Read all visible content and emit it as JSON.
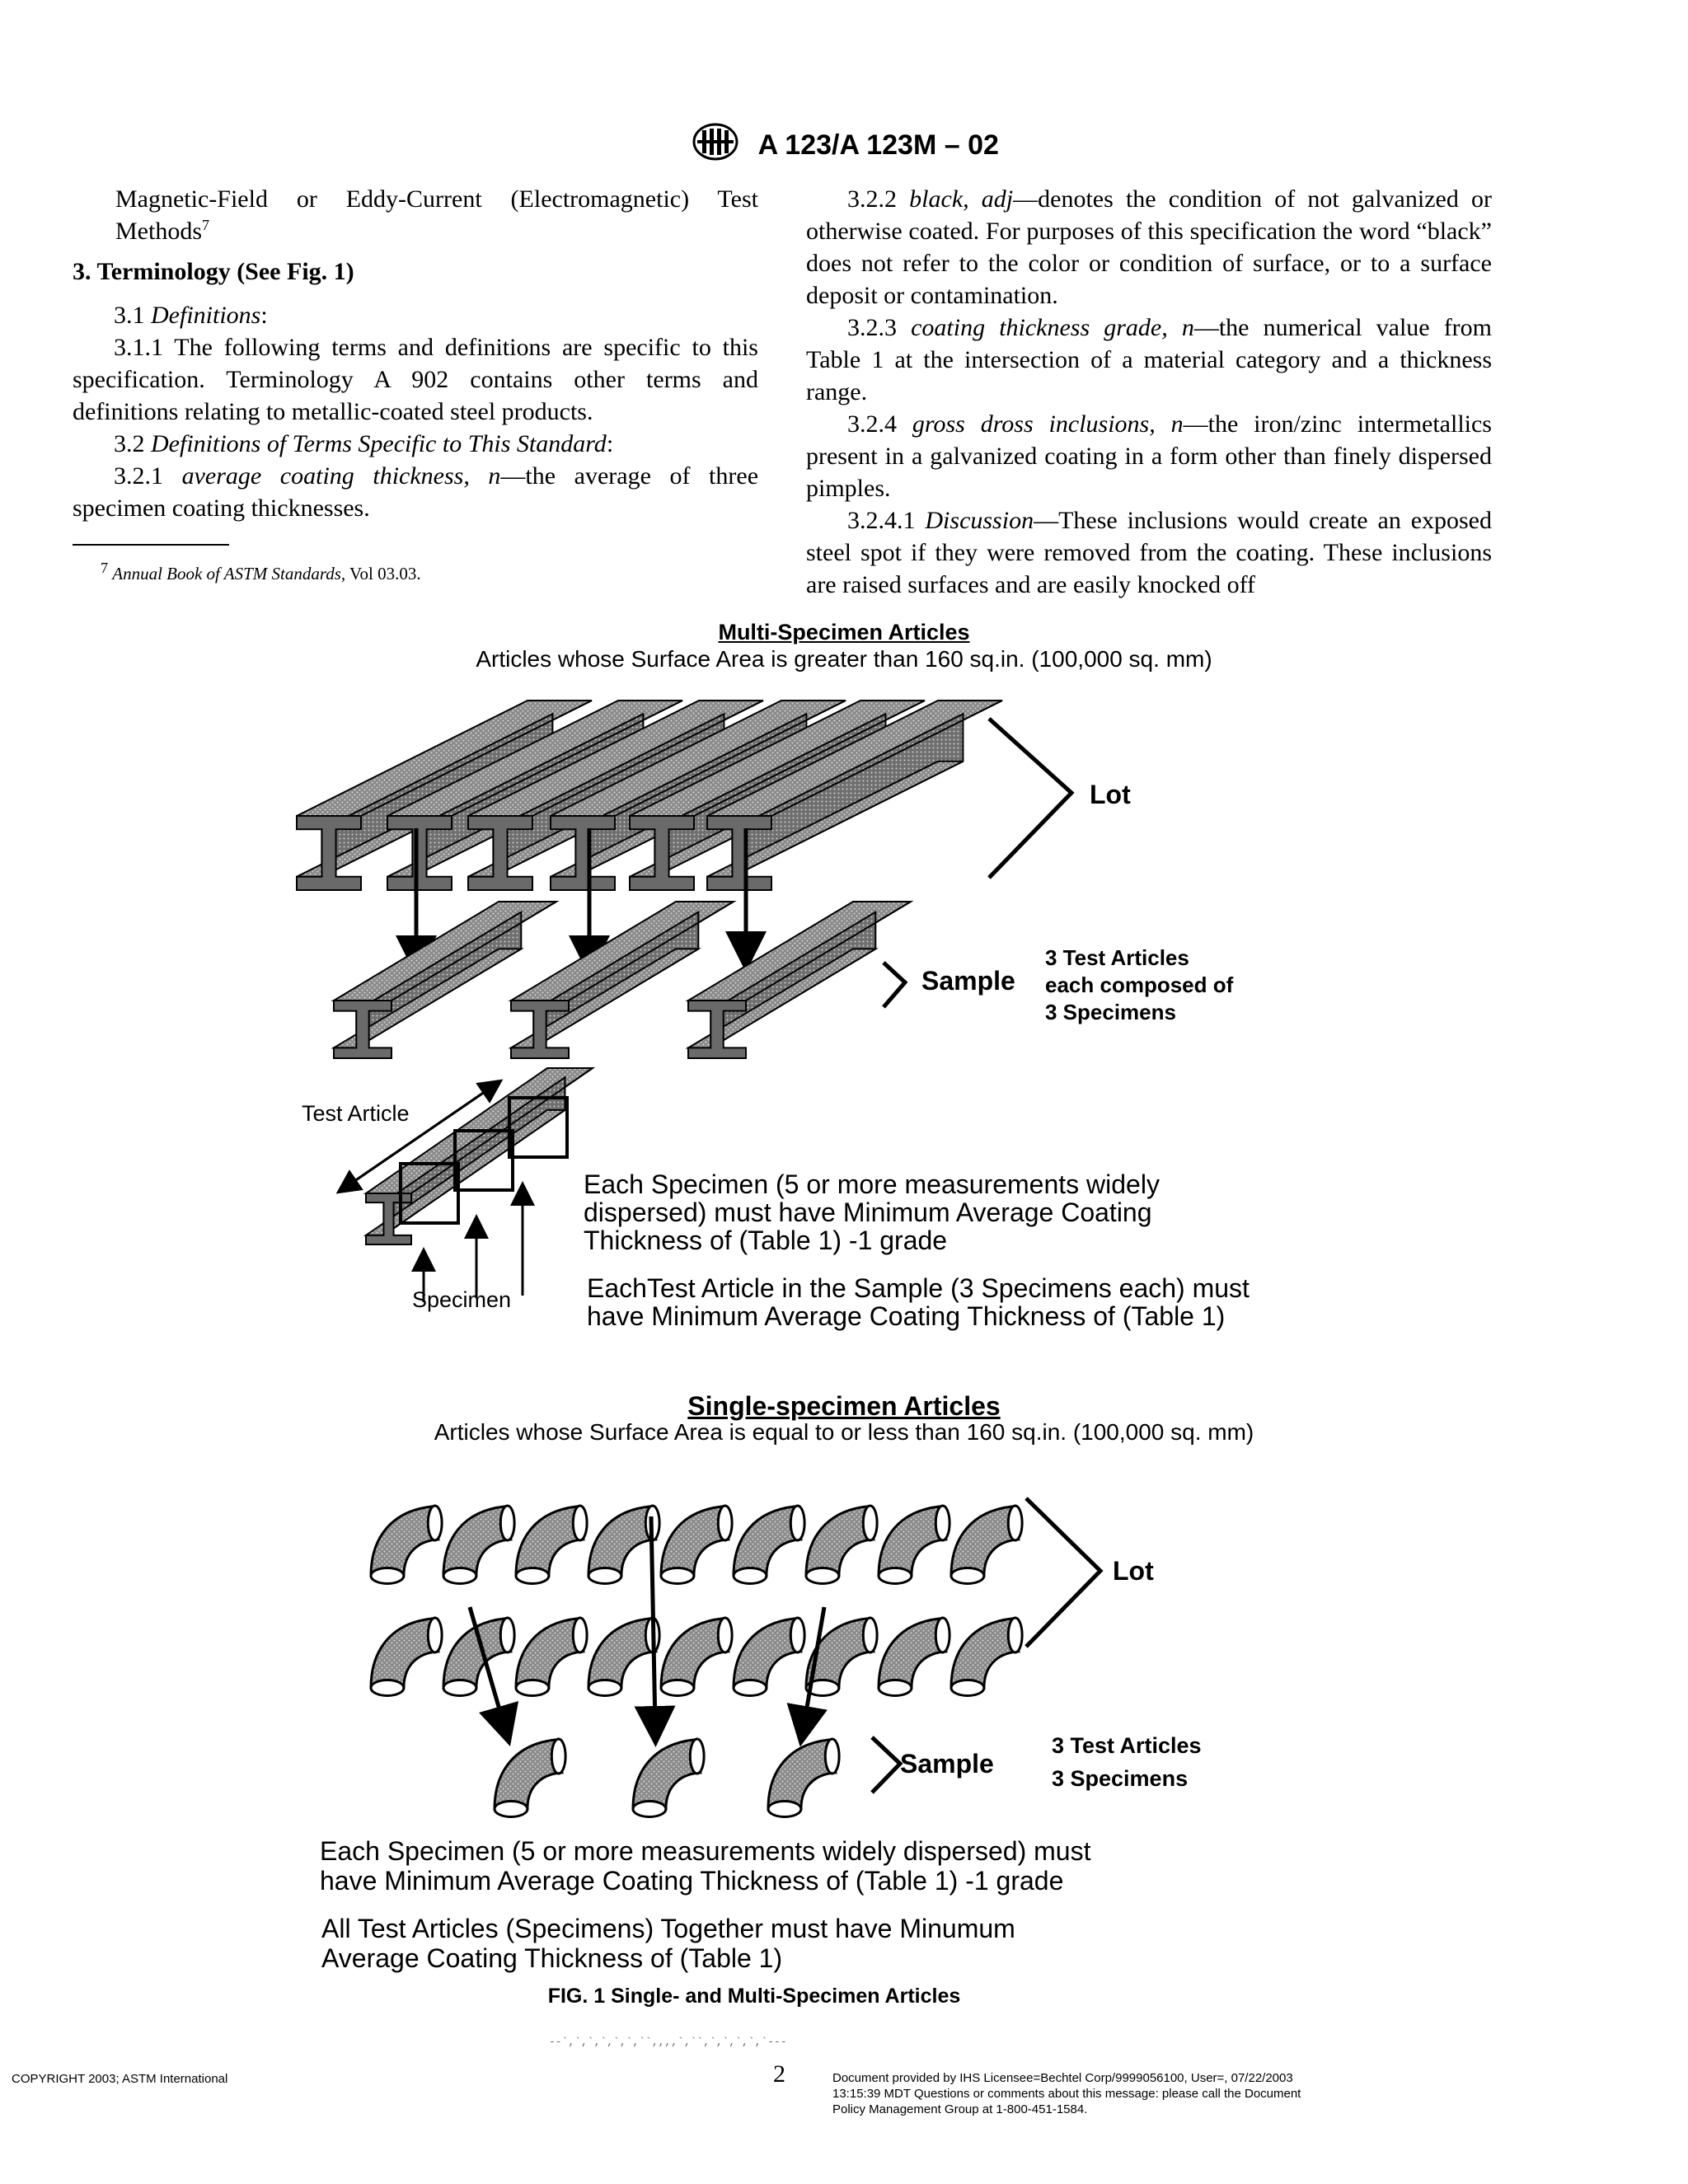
{
  "header": {
    "code": "A 123/A 123M – 02"
  },
  "left_column": {
    "p1": "Magnetic-Field or Eddy-Current (Electromagnetic) Test Methods",
    "p1_sup": "7",
    "section_title": "3. Terminology (See Fig. 1)",
    "p3_num": "3.1 ",
    "p3_term": "Definitions",
    "p3_tail": ":",
    "p4": "3.1.1 The following terms and definitions are specific to this specification. Terminology A 902 contains other terms and definitions relating to metallic-coated steel products.",
    "p5_num": "3.2 ",
    "p5_term": "Definitions of Terms Specific to This Standard",
    "p5_tail": ":",
    "p6_num": "3.2.1 ",
    "p6_term": "average coating thickness, n",
    "p6_tail": "—the average of three specimen coating thicknesses.",
    "footnote_sup": "7",
    "footnote_book": "Annual Book of ASTM Standards",
    "footnote_tail": ", Vol 03.03."
  },
  "right_column": {
    "p1_num": "3.2.2 ",
    "p1_term": "black, adj",
    "p1_tail": "—denotes the condition of not galvanized or otherwise coated. For purposes of this specification the word “black” does not refer to the color or condition of surface, or to a surface deposit or contamination.",
    "p2_num": "3.2.3 ",
    "p2_term": "coating thickness grade, n",
    "p2_tail": "—the numerical value from Table 1 at the intersection of a material category and a thickness range.",
    "p3_num": "3.2.4 ",
    "p3_term": "gross dross inclusions, n",
    "p3_tail": "—the iron/zinc intermetallics present in a galvanized coating in a form other than finely dispersed pimples.",
    "p4_num": "3.2.4.1 ",
    "p4_term": "Discussion",
    "p4_tail": "—These inclusions would create an exposed steel spot if they were removed from the coating. These inclusions are raised surfaces and are easily knocked off"
  },
  "figure": {
    "multi": {
      "title": "Multi-Specimen Articles",
      "subtitle": "Articles whose Surface Area is greater than 160 sq.in. (100,000 sq. mm)",
      "lot": "Lot",
      "sample": "Sample",
      "sample_note": [
        "3 Test Articles",
        "each composed of",
        "3 Specimens"
      ],
      "test_article": "Test Article",
      "specimen": "Specimen",
      "note1": [
        "Each Specimen (5 or more measurements widely",
        "dispersed) must have Minimum Average Coating",
        "Thickness  of (Table 1) -1 grade"
      ],
      "note2": [
        "EachTest Article in the Sample (3 Specimens each) must",
        "have Minimum Average Coating Thickness of (Table 1)"
      ]
    },
    "single": {
      "title": "Single-specimen Articles",
      "subtitle": "Articles whose Surface Area is equal to or less than 160 sq.in. (100,000 sq. mm)",
      "lot": "Lot",
      "sample": "Sample",
      "sample_note": [
        "3 Test Articles",
        "3 Specimens"
      ],
      "note1": [
        "Each Specimen (5 or more measurements widely dispersed) must",
        "have Minimum Average Coating Thickness of (Table 1) -1 grade"
      ],
      "note2": [
        "All Test Articles (Specimens) Together must have Minumum",
        "Average Coating Thickness of (Table 1)"
      ]
    },
    "caption": "FIG. 1 Single- and Multi-Specimen Articles"
  },
  "footer": {
    "copyright": "COPYRIGHT 2003; ASTM International",
    "page_number": "2",
    "provided": [
      "Document provided by IHS Licensee=Bechtel Corp/9999056100, User=, 07/22/2003",
      "13:15:39 MDT Questions or comments about this message: please call the Document",
      "Policy Management Group at 1-800-451-1584."
    ],
    "stray": "--`,`,`,`,`,`,``,,,,`,``,`,`,`,`,`---"
  }
}
